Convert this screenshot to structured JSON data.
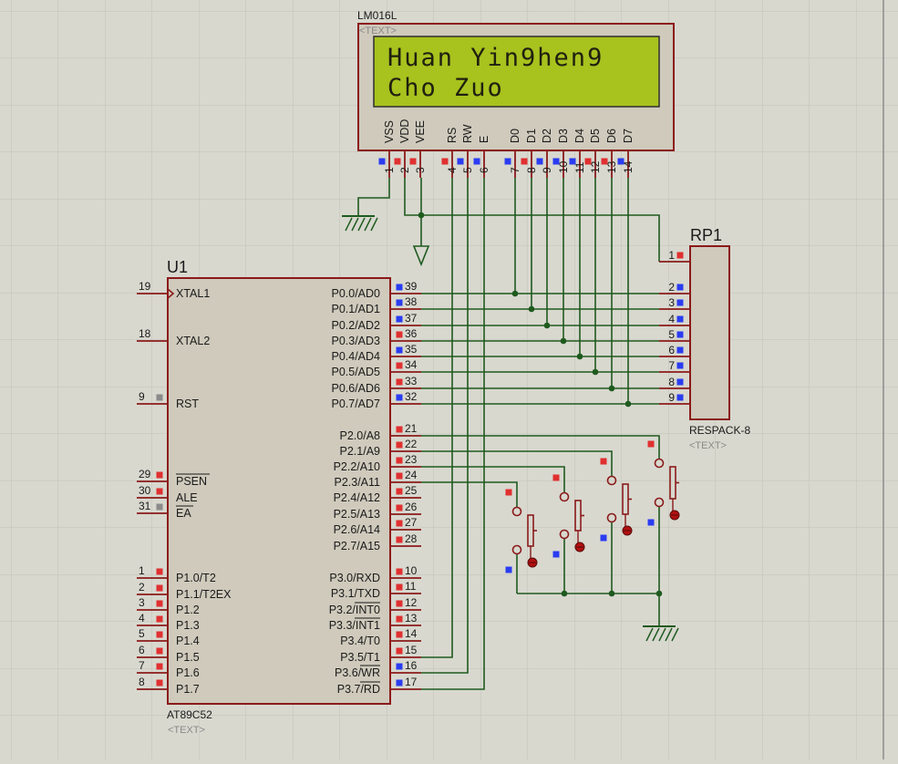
{
  "lcd": {
    "part": "LM016L",
    "text_tag": "<TEXT>",
    "line1": "Huan Yin9hen9",
    "line2": "   Cho   Zuo",
    "pins": [
      {
        "name": "VSS",
        "num": "1"
      },
      {
        "name": "VDD",
        "num": "2"
      },
      {
        "name": "VEE",
        "num": "3"
      },
      {
        "name": "RS",
        "num": "4"
      },
      {
        "name": "RW",
        "num": "5"
      },
      {
        "name": "E",
        "num": "6"
      },
      {
        "name": "D0",
        "num": "7"
      },
      {
        "name": "D1",
        "num": "8"
      },
      {
        "name": "D2",
        "num": "9"
      },
      {
        "name": "D3",
        "num": "10"
      },
      {
        "name": "D4",
        "num": "11"
      },
      {
        "name": "D5",
        "num": "12"
      },
      {
        "name": "D6",
        "num": "13"
      },
      {
        "name": "D7",
        "num": "14"
      }
    ]
  },
  "mcu": {
    "ref": "U1",
    "part": "AT89C52",
    "text_tag": "<TEXT>",
    "left_pins": [
      {
        "name": "XTAL1",
        "num": "19"
      },
      {
        "name": "XTAL2",
        "num": "18"
      },
      {
        "name": "RST",
        "num": "9"
      },
      {
        "name": "PSEN",
        "num": "29"
      },
      {
        "name": "ALE",
        "num": "30"
      },
      {
        "name": "EA",
        "num": "31"
      },
      {
        "name": "P1.0/T2",
        "num": "1"
      },
      {
        "name": "P1.1/T2EX",
        "num": "2"
      },
      {
        "name": "P1.2",
        "num": "3"
      },
      {
        "name": "P1.3",
        "num": "4"
      },
      {
        "name": "P1.4",
        "num": "5"
      },
      {
        "name": "P1.5",
        "num": "6"
      },
      {
        "name": "P1.6",
        "num": "7"
      },
      {
        "name": "P1.7",
        "num": "8"
      }
    ],
    "right_pins": [
      {
        "name": "P0.0/AD0",
        "num": "39"
      },
      {
        "name": "P0.1/AD1",
        "num": "38"
      },
      {
        "name": "P0.2/AD2",
        "num": "37"
      },
      {
        "name": "P0.3/AD3",
        "num": "36"
      },
      {
        "name": "P0.4/AD4",
        "num": "35"
      },
      {
        "name": "P0.5/AD5",
        "num": "34"
      },
      {
        "name": "P0.6/AD6",
        "num": "33"
      },
      {
        "name": "P0.7/AD7",
        "num": "32"
      },
      {
        "name": "P2.0/A8",
        "num": "21"
      },
      {
        "name": "P2.1/A9",
        "num": "22"
      },
      {
        "name": "P2.2/A10",
        "num": "23"
      },
      {
        "name": "P2.3/A11",
        "num": "24"
      },
      {
        "name": "P2.4/A12",
        "num": "25"
      },
      {
        "name": "P2.5/A13",
        "num": "26"
      },
      {
        "name": "P2.6/A14",
        "num": "27"
      },
      {
        "name": "P2.7/A15",
        "num": "28"
      },
      {
        "name": "P3.0/RXD",
        "num": "10"
      },
      {
        "name": "P3.1/TXD",
        "num": "11"
      },
      {
        "name": "P3.2/INT0",
        "num": "12"
      },
      {
        "name": "P3.3/INT1",
        "num": "13"
      },
      {
        "name": "P3.4/T0",
        "num": "14"
      },
      {
        "name": "P3.5/T1",
        "num": "15"
      },
      {
        "name": "P3.6/WR",
        "num": "16"
      },
      {
        "name": "P3.7/RD",
        "num": "17"
      }
    ]
  },
  "respack": {
    "ref": "RP1",
    "part": "RESPACK-8",
    "text_tag": "<TEXT>",
    "pins": [
      "1",
      "2",
      "3",
      "4",
      "5",
      "6",
      "7",
      "8",
      "9"
    ]
  },
  "colors": {
    "background": "#d8d8cf",
    "grid": "#c4c4ba",
    "component_outline": "#8b1a1a",
    "component_fill": "#cfcabc",
    "wire": "#1f5a1f",
    "lcd_screen": "#a8c21e",
    "pin_high": "#e03030",
    "pin_low": "#2a3cf0",
    "pin_float": "#8a8a8a"
  }
}
